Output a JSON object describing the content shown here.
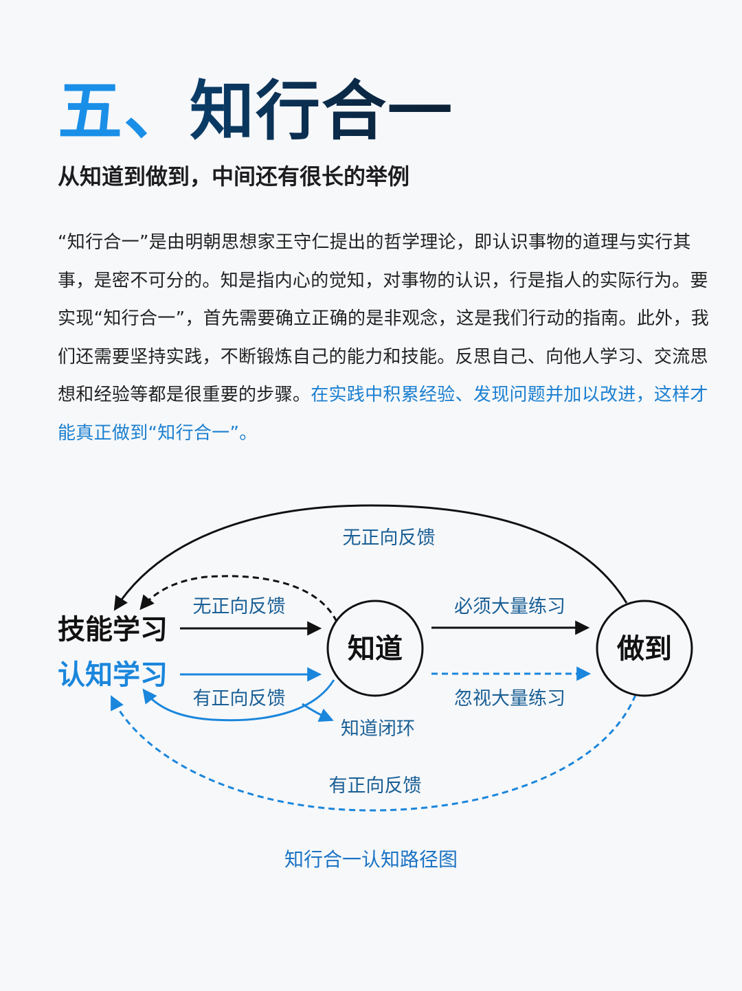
{
  "header": {
    "number": "五",
    "separator": "、",
    "title": "知行合一",
    "subtitle": "从知道到做到，中间还有很长的举例"
  },
  "body": {
    "text_plain": "“知行合一”是由明朝思想家王守仁提出的哲学理论，即认识事物的道理与实行其事，是密不可分的。知是指内心的觉知，对事物的认识，行是指人的实际行为。要实现“知行合一”，首先需要确立正确的是非观念，这是我们行动的指南。此外，我们还需要坚持实践，不断锻炼自己的能力和技能。反思自己、向他人学习、交流思想和经验等都是很重要的步骤。",
    "text_highlight": "在实践中积累经验、发现问题并加以改进，这样才能真正做到“知行合一”。"
  },
  "diagram": {
    "nodes": {
      "skill_learning": "技能学习",
      "cognitive_learning": "认知学习",
      "know": "知道",
      "do": "做到"
    },
    "labels": {
      "top_arc": "无正向反馈",
      "inner_top": "无正向反馈",
      "inner_bottom": "有正向反馈",
      "practice_required": "必须大量练习",
      "practice_ignored": "忽视大量练习",
      "know_loop": "知道闭环",
      "bottom_arc": "有正向反馈"
    },
    "colors": {
      "dark": "#111111",
      "blue": "#1a86dc"
    }
  },
  "caption": "知行合一认知路径图"
}
